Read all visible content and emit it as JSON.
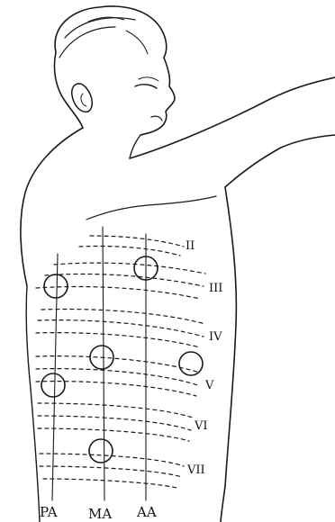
{
  "figure": {
    "rib_labels": [
      "II",
      "III",
      "IV",
      "V",
      "VI",
      "VII"
    ],
    "axis_labels": [
      "PA",
      "MA",
      "AA"
    ]
  }
}
